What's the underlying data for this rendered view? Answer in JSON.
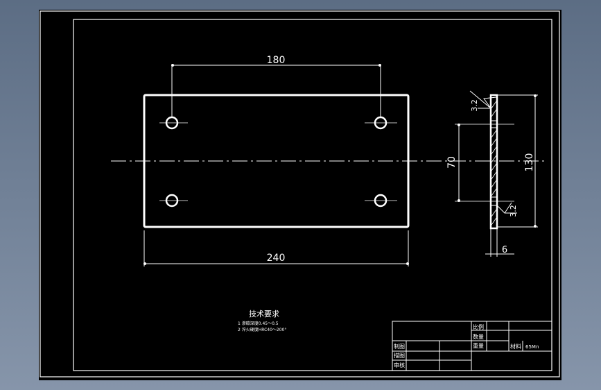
{
  "drawing": {
    "dimensions": {
      "hole_spacing": "180",
      "plate_length": "240",
      "hole_spacing_vertical": "70",
      "plate_width": "130",
      "plate_thickness": "6"
    },
    "roughness": {
      "top": "3.2",
      "bottom": "3.2"
    },
    "notes": {
      "heading": "技术要求",
      "line1": "1  渗碳深度0.45～0.5",
      "line2": "2  淬火硬度HRC40～200°"
    },
    "title_block": {
      "scale_label": "比例",
      "quantity_label": "数量",
      "weight_label": "重量",
      "drawn_label": "制图",
      "traced_label": "描图",
      "checked_label": "审核",
      "material_label": "材料",
      "material_value": "65Mn"
    }
  }
}
